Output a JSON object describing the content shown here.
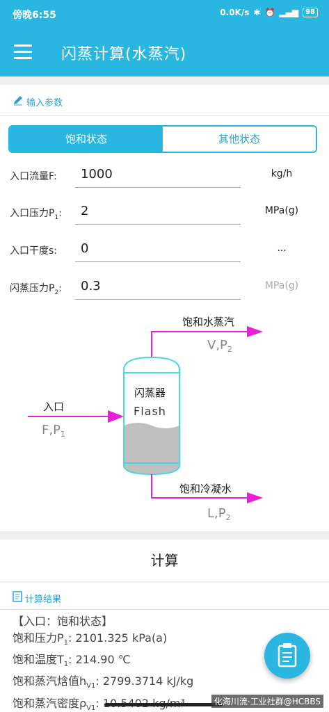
{
  "status_bar": {
    "time": "傍晚6:55",
    "network_speed": "0.0K/s",
    "battery": "98"
  },
  "app_bar": {
    "title": "闪蒸计算(水蒸汽)"
  },
  "input_section": {
    "header": "输入参数",
    "tabs": [
      {
        "label": "饱和状态",
        "active": true
      },
      {
        "label": "其他状态",
        "active": false
      }
    ],
    "fields": [
      {
        "label": "入口流量F:",
        "value": "1000",
        "unit": "kg/h"
      },
      {
        "label": "入口压力P",
        "sub": "1",
        "label_suffix": ":",
        "value": "2",
        "unit": "MPa(g)"
      },
      {
        "label": "入口干度s:",
        "value": "0",
        "unit": "..."
      },
      {
        "label": "闪蒸压力P",
        "sub": "2",
        "label_suffix": ":",
        "value": "0.3",
        "unit": "MPa(g)"
      }
    ]
  },
  "diagram": {
    "vessel_cn": "闪蒸器",
    "vessel_en": "Flash",
    "inlet_label": "入口",
    "inlet_params": "F,P",
    "inlet_sub": "1",
    "vapor_label": "饱和水蒸汽",
    "vapor_params": "V,P",
    "vapor_sub": "2",
    "liquid_label": "饱和冷凝水",
    "liquid_params": "L,P",
    "liquid_sub": "2",
    "colors": {
      "stream": "#e81ed8",
      "vessel": "#48d6e0",
      "liquid": "#c0c0c0"
    }
  },
  "calc_button": "计算",
  "result_section": {
    "header": "计算结果",
    "title_line": "【入口：饱和状态】",
    "lines": [
      {
        "prefix": "饱和压力P",
        "sub": "1",
        "suffix": ": 2101.325 kPa(a)"
      },
      {
        "prefix": "饱和温度T",
        "sub": "1",
        "suffix": ": 214.90 ℃"
      },
      {
        "prefix": "饱和蒸汽焓值h",
        "sub": "V1",
        "suffix": ": 2799.3714 kJ/kg"
      },
      {
        "prefix": "饱和蒸汽密度ρ",
        "sub": "V1",
        "suffix": ": 10.5402 kg/m³"
      }
    ]
  },
  "watermark": "化海川流·工业社群@HCBBS",
  "colors": {
    "accent": "#29b6e0"
  }
}
